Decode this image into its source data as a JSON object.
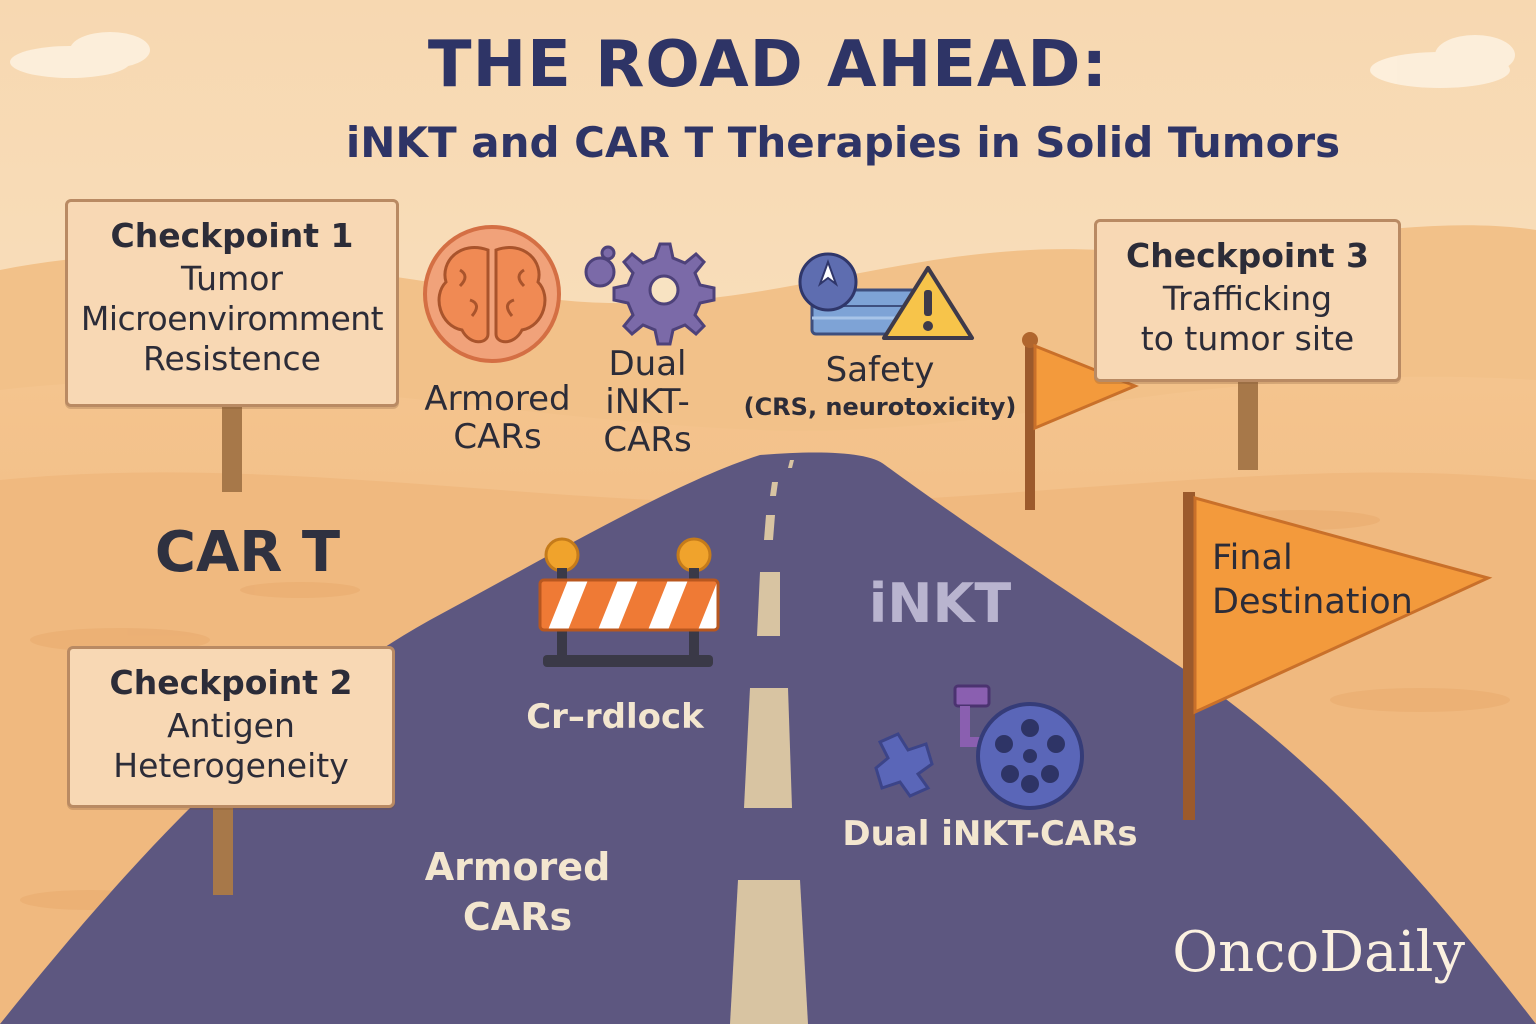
{
  "title": "THE ROAD AHEAD:",
  "subtitle": "iNKT and CAR T Therapies in Solid Tumors",
  "checkpoints": [
    {
      "heading": "Checkpoint 1",
      "lines": [
        "Tumor",
        "Microenviromment",
        "Resistence"
      ]
    },
    {
      "heading": "Checkpoint 2",
      "lines": [
        "Antigen",
        "Heterogeneity"
      ]
    },
    {
      "heading": "Checkpoint 3",
      "lines": [
        "Trafficking",
        "to tumor site"
      ]
    }
  ],
  "icons": {
    "armored_top": {
      "icon": "brain-icon",
      "lines": [
        "Armored",
        "CARs"
      ]
    },
    "dual_top": {
      "icon": "gear-icon",
      "lines": [
        "Dual",
        "iNKT-",
        "CARs"
      ]
    },
    "safety": {
      "icon": "warning-icon",
      "title": "Safety",
      "detail": "(CRS, neurotoxicity)"
    }
  },
  "road": {
    "car_t": "CAR T",
    "inkt": "iNKT",
    "roadblock": "Cr–rdlock",
    "armored": [
      "Armored",
      "CARs"
    ],
    "dual": "Dual iNKT-CARs"
  },
  "final_flag": [
    "Final",
    "Destination"
  ],
  "brand": "OncoDaily",
  "colors": {
    "sky": "#fbe7c6",
    "dune": "#f3c28a",
    "road": "#5d5780",
    "flag": "#f39a3c",
    "title": "#2e3466"
  }
}
